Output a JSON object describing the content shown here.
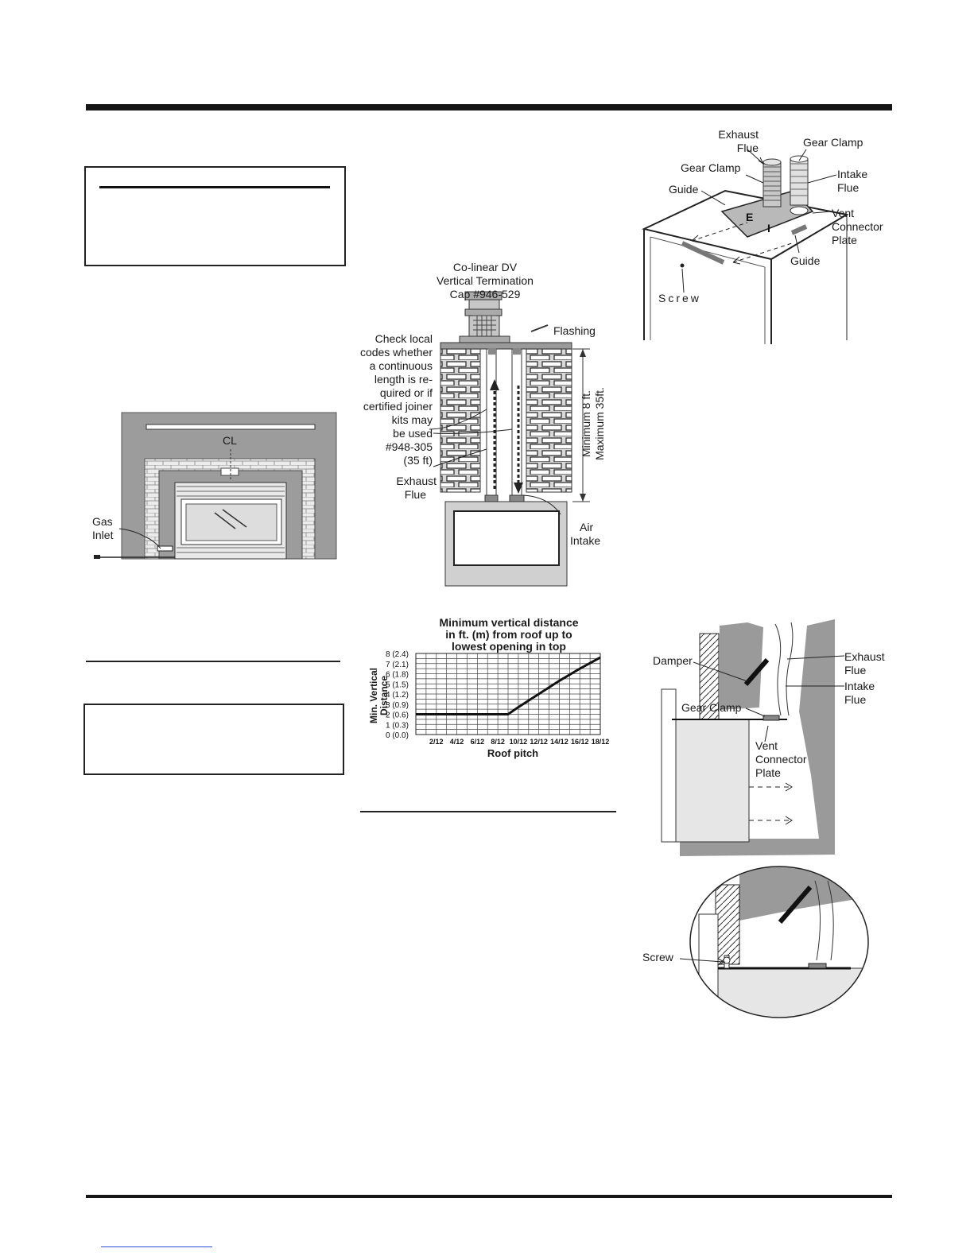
{
  "top_left_figure": {
    "centerline_label": "CL",
    "gas_inlet_label": [
      "Gas",
      "Inlet"
    ]
  },
  "termination_figure": {
    "cap_label": [
      "Co-linear DV",
      "Vertical Termination",
      "Cap #946-529"
    ],
    "flashing_label": "Flashing",
    "check_local_label": [
      "Check local",
      "codes whether",
      "a continuous",
      "length is re-",
      "quired or if",
      "certified joiner",
      "kits may",
      "be used",
      "#948-305",
      "(35 ft)"
    ],
    "exhaust_label": [
      "Exhaust",
      "Flue"
    ],
    "air_intake_label": [
      "Air",
      "Intake"
    ],
    "height_label": [
      "Minimum 8 ft.",
      "Maximum 35ft."
    ]
  },
  "connector_figure": {
    "exhaust_flue_label": [
      "Exhaust",
      "Flue"
    ],
    "gear_clamp_right_label": "Gear Clamp",
    "gear_clamp_left_label": "Gear Clamp",
    "intake_flue_label": [
      "Intake",
      "Flue"
    ],
    "guide_left_label": "Guide",
    "vent_connector_label": [
      "Vent",
      "Connector",
      "Plate"
    ],
    "guide_right_label": "Guide",
    "screw_label": "Screw",
    "plate_letters": [
      "E",
      "I"
    ]
  },
  "damper_figure": {
    "damper_label": "Damper",
    "exhaust_flue_label": [
      "Exhaust",
      "Flue"
    ],
    "intake_flue_label": [
      "Intake",
      "Flue"
    ],
    "gear_clamp_label": "Gear Clamp",
    "vent_connector_label": [
      "Vent",
      "Connector",
      "Plate"
    ]
  },
  "detail_figure": {
    "screw_label": "Screw"
  },
  "chart_data": {
    "type": "line",
    "title": [
      "Minimum vertical distance",
      "in ft. (m) from roof up to",
      "lowest opening in top"
    ],
    "xlabel": "Roof pitch",
    "ylabel": [
      "Min. Vertical",
      "Distance"
    ],
    "y_tick_labels": [
      "8  (2.4)",
      "7  (2.1)",
      "6  (1.8)",
      "5  (1.5)",
      "4  (1.2)",
      "3  (0.9)",
      "2  (0.6)",
      "1  (0.3)",
      "0  (0.0)"
    ],
    "x_tick_labels": [
      "2/12",
      "4/12",
      "6/12",
      "8/12",
      "10/12",
      "12/12",
      "14/12",
      "16/12",
      "18/12"
    ],
    "x": [
      0,
      2,
      4,
      6,
      8,
      9,
      10,
      12,
      14,
      16,
      18
    ],
    "y": [
      2,
      2,
      2,
      2,
      2,
      2,
      2.7,
      4,
      5.3,
      6.5,
      7.6
    ],
    "xlim": [
      0,
      18
    ],
    "ylim": [
      0,
      8
    ],
    "grid": true
  }
}
